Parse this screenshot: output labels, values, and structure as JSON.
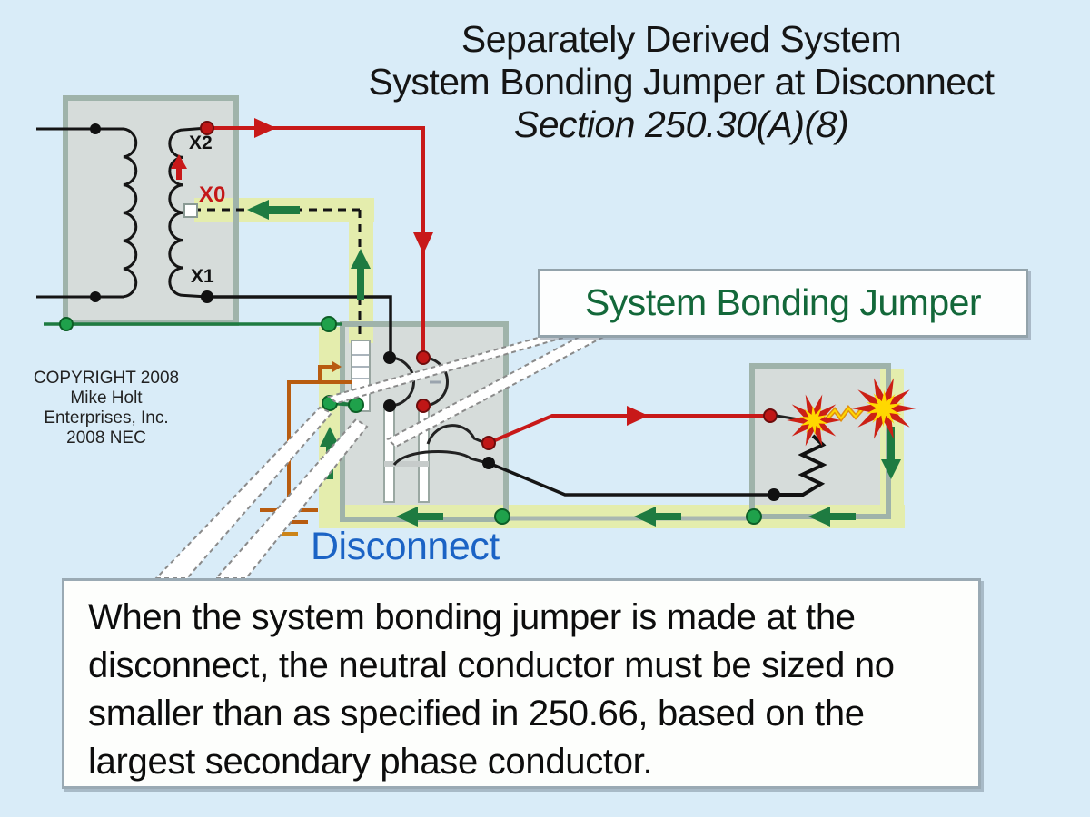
{
  "title": {
    "line1": "Separately Derived System",
    "line2": "System Bonding Jumper at Disconnect",
    "line3": "Section 250.30(A)(8)"
  },
  "transformer": {
    "terminal_x2": "X2",
    "terminal_x0": "X0",
    "terminal_x1": "X1"
  },
  "callout": {
    "system_bonding_jumper": "System Bonding Jumper"
  },
  "disconnect": {
    "label": "Disconnect"
  },
  "copyright": {
    "line1": "COPYRIGHT 2008",
    "line2": "Mike Holt",
    "line3": "Enterprises, Inc.",
    "line4": "2008 NEC"
  },
  "note": {
    "text": "When the system bonding jumper is made at the disconnect, the neutral conductor must be sized no smaller than as specified in 250.66, based on the largest secondary phase conductor."
  },
  "icons": {
    "explosion": "arc-fault-explosion",
    "ground": "grounding-electrode-symbol",
    "fault_arrows": "fault-current-direction-arrows"
  },
  "colors": {
    "background": "#d9ecf8",
    "enclosure_fill": "#d6dcda",
    "enclosure_border": "#9fb3aa",
    "fault_path_band": "#e4edad",
    "phase_red": "#c81919",
    "phase_black": "#151515",
    "bond_green": "#1e7b41",
    "dot_green": "#1fa14b",
    "gec_orange": "#b85c10",
    "disconnect_label_blue": "#1b63c5",
    "jumper_label_green": "#13683a",
    "explosion_yellow": "#ffd800",
    "explosion_red": "#cc2015"
  }
}
